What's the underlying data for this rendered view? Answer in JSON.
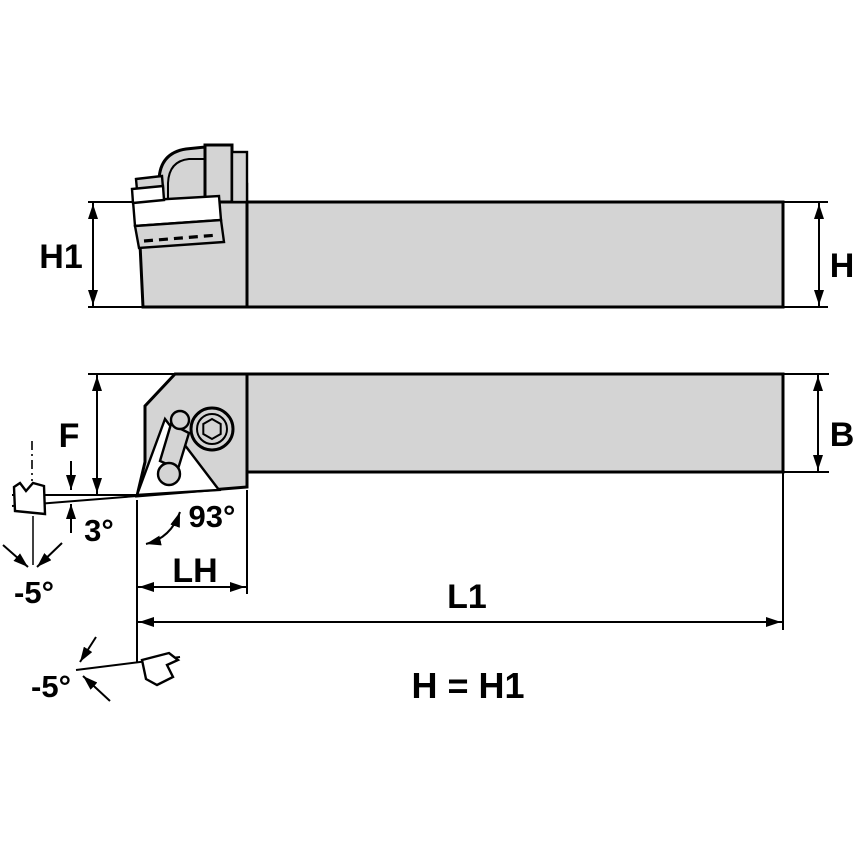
{
  "drawing": {
    "type": "tool-holder engineering drawing, two orthographic views",
    "labels": {
      "h1": "H1",
      "h": "H",
      "f": "F",
      "b": "B",
      "lh": "LH",
      "l1": "L1",
      "lead_angle": "93°",
      "back_angle": "3°",
      "rake_front": "-5°",
      "rake_side": "-5°",
      "note": "H = H1"
    },
    "colors": {
      "body": "#d4d4d4",
      "line": "#000000",
      "background": "#ffffff"
    }
  }
}
